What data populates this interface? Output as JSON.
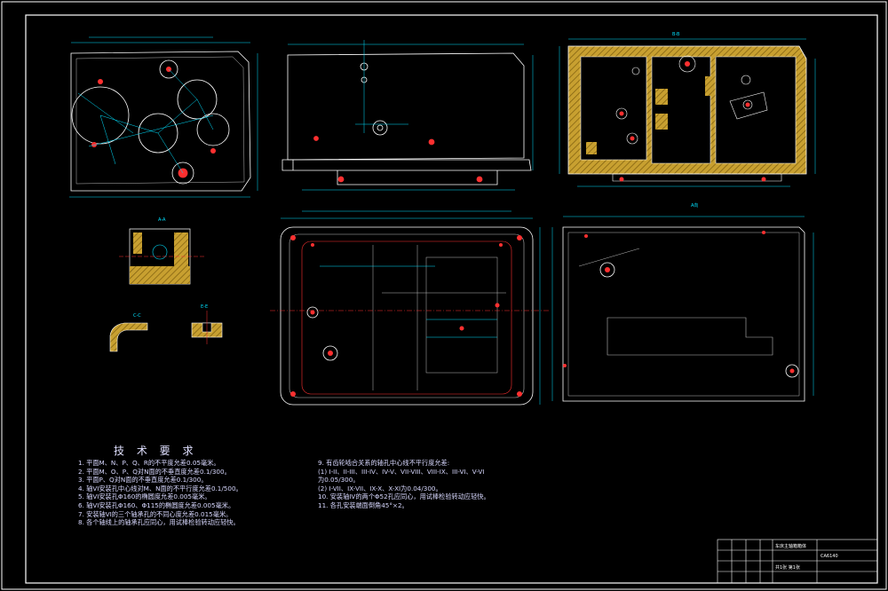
{
  "drawing": {
    "tech_title": "技 术 要 求",
    "requirements_left": [
      "1. 平面M、N、P、Q、R的不平度允差0.05毫米。",
      "2. 平面M、O、P、Q对N面的不垂直度允差0.1/300。",
      "3. 平面P、Q对N面的不垂直度允差0.1/300。",
      "4. 轴VI安装孔中心线对M、N面的不平行度允差0.1/500。",
      "5. 轴VI安装孔Φ160的椭圆度允差0.005毫米。",
      "6. 轴VI安装孔Φ160、Φ115的椭圆度允差0.005毫米。",
      "7. 安装轴VI的三个轴承孔的不同心度允差0.015毫米。",
      "8. 各个轴线上的轴承孔应同心，用试棒检验转动应轻快。"
    ],
    "requirements_right": [
      "9. 有齿轮啮合关系的轴孔中心线不平行度允差:",
      "(1) I-II、II-III、III-IV、IV-V、VII-VIII、VIII-IX、III-VI、V-VI",
      "为0.05/300。",
      "(2) I-VII、IX-VII、IX-X、X-XI为0.04/300。",
      "10. 安装轴IV的两个Φ52孔应同心，用试棒检验转动应轻快。",
      "11. 各孔安装端面倒角45°×2。"
    ],
    "title_block": {
      "name": "车床主轴箱箱体",
      "code": "CA6140",
      "sheet": "共1张 第1张"
    }
  }
}
